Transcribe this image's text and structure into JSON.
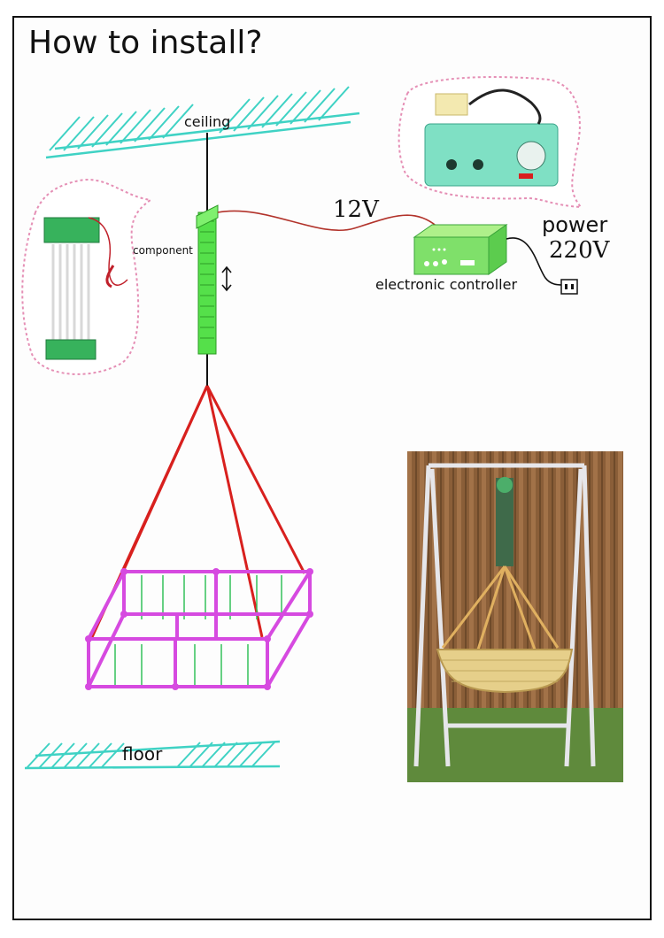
{
  "title": "How to install?",
  "labels": {
    "ceiling": "ceiling",
    "component": "component",
    "voltage_12v": "12V",
    "power": "power",
    "voltage_220v": "220V",
    "controller": "electronic controller",
    "floor": "floor"
  },
  "colors": {
    "hatch": "#3fd2c4",
    "spring": "#55e04a",
    "rope": "#d8201e",
    "cot": "#d64ae0",
    "cot_bars": "#34c15a",
    "wire": "#b2332b",
    "bubble": "#e58fb5"
  }
}
